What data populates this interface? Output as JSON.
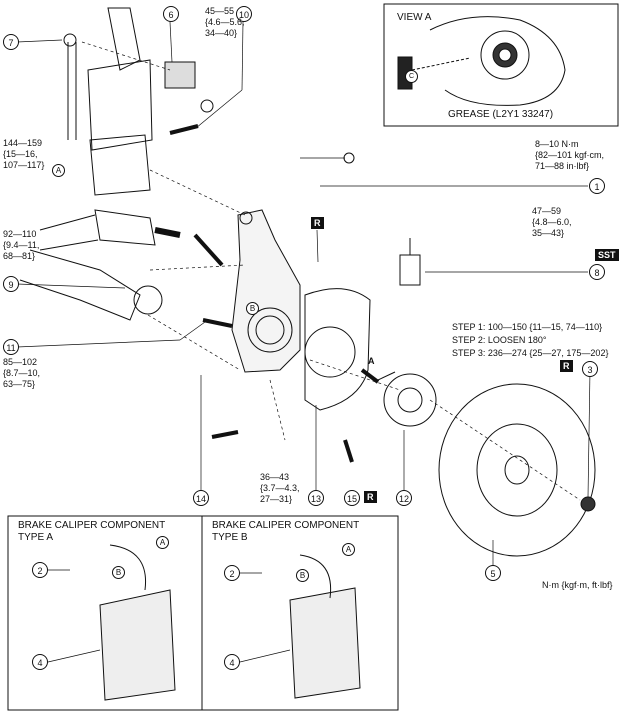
{
  "view_a": {
    "title": "VIEW A",
    "grease_note": "GREASE (L2Y1 33247)"
  },
  "callouts": [
    "1",
    "2",
    "3",
    "4",
    "5",
    "6",
    "7",
    "8",
    "9",
    "10",
    "11",
    "12",
    "13",
    "14",
    "15"
  ],
  "letters": {
    "a": "A",
    "b": "B"
  },
  "torque": {
    "t6": "45—55\n{4.6—5.6,\n34—40}",
    "t_upper_left": "144—159\n{15—16,\n107—117}",
    "t_sensor": "8—10 N·m\n{82—101 kgf·cm,\n71—88 in·lbf}",
    "t_sst_nut": "47—59\n{4.8—6.0,\n35—43}",
    "t_mid_left": "92—110\n{9.4—11,\n68—81}",
    "t_lower_left": "85—102\n{8.7—10,\n63—75}",
    "t_bottom": "36—43\n{3.7—4.3,\n27—31}",
    "steps": [
      "STEP 1: 100—150 {11—15, 74—110}",
      "STEP 2: LOOSEN 180°",
      "STEP 3: 236—274 {25—27, 175—202}"
    ]
  },
  "tags": {
    "r": "R",
    "sst": "SST"
  },
  "caliper_a": {
    "title": "BRAKE CALIPER COMPONENT\nTYPE A"
  },
  "caliper_b": {
    "title": "BRAKE CALIPER COMPONENT\nTYPE B"
  },
  "units_note": "N·m {kgf·m, ft·lbf}"
}
